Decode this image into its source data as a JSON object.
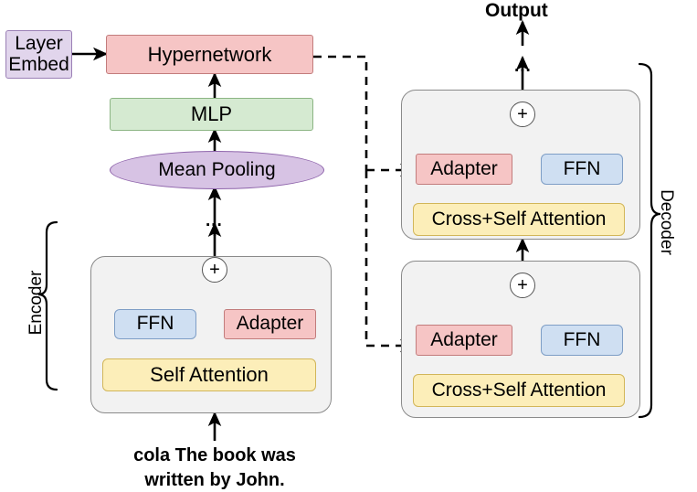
{
  "figure": {
    "title_hidden": "Hypernetwork-conditioned adapter encoder-decoder architecture",
    "output_label": "Output",
    "input_text_line1": "cola The book was",
    "input_text_line2": "written by John.",
    "encoder_bracket_label": "Encoder",
    "decoder_bracket_label": "Decoder",
    "ellipsis": "..."
  },
  "hyper_branch": {
    "layer_embed": "Layer\nEmbed",
    "layer_embed_line1": "Layer",
    "layer_embed_line2": "Embed",
    "hypernetwork": "Hypernetwork",
    "mlp": "MLP",
    "mean_pooling": "Mean Pooling"
  },
  "encoder_block": {
    "attention": "Self Attention",
    "ffn": "FFN",
    "adapter": "Adapter",
    "add_symbol": "+"
  },
  "decoder_block_top": {
    "attention": "Cross+Self Attention",
    "adapter": "Adapter",
    "ffn": "FFN",
    "add_symbol": "+"
  },
  "decoder_block_bottom": {
    "attention": "Cross+Self Attention",
    "adapter": "Adapter",
    "ffn": "FFN",
    "add_symbol": "+"
  },
  "colors": {
    "pink_fill": "#f6c5c5",
    "pink_stroke": "#c27c7c",
    "green_fill": "#d5ead1",
    "green_stroke": "#8cb584",
    "blue_fill": "#cfdff2",
    "blue_stroke": "#7e9ec6",
    "yellow_fill": "#fceeb9",
    "yellow_stroke": "#d2b659",
    "purple_fill": "#e1d5ec",
    "purple_stroke": "#9b80b6",
    "ellipse_fill": "#d7c3e4",
    "ellipse_stroke": "#8e64ab",
    "panel_fill": "#f2f2f2",
    "panel_stroke": "#8a8a8a",
    "arrow": "#000000",
    "background": "#ffffff"
  }
}
